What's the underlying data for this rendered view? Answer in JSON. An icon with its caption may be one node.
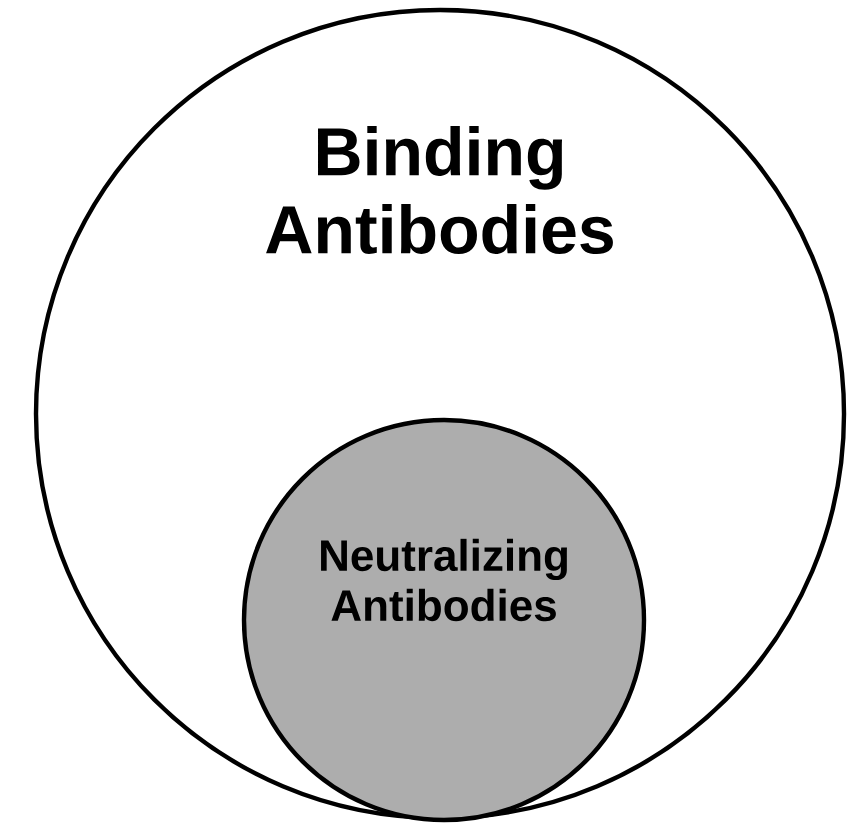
{
  "diagram": {
    "nodes": [
      {
        "text": [
          "Binding Antibodies"
        ]
      },
      {
        "text": [
          "Neutralizing Antibodies"
        ],
        "in": 0
      }
    ]
  }
}
